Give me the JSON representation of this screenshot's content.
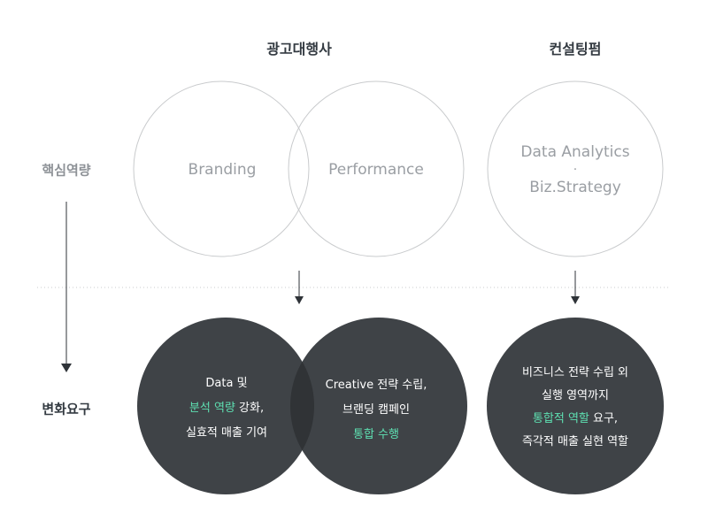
{
  "headers": {
    "agency": "광고대행사",
    "consulting": "컨설팅펌"
  },
  "row_labels": {
    "core": "핵심역량",
    "change": "변화요구"
  },
  "top_circles": {
    "branding": "Branding",
    "performance": "Performance",
    "consulting_line1": "Data Analytics",
    "consulting_separator": "·",
    "consulting_line2": "Biz.Strategy"
  },
  "bottom_circles": {
    "left": {
      "line1": "Data 및",
      "line2_highlight": "분석 역량",
      "line2_rest": " 강화,",
      "line3": "실효적 매출 기여"
    },
    "middle": {
      "line1": "Creative 전략 수립,",
      "line2": "브랜딩 캠페인",
      "line3_highlight": "통합 수행"
    },
    "right": {
      "line1": "비즈니스 전략 수립 외",
      "line2": "실행 영역까지",
      "line3_highlight": "통합적 역할",
      "line3_rest": " 요구,",
      "line4": "즉각적 매출 실현 역할"
    }
  },
  "colors": {
    "outline_circle": "#c9cbcd",
    "dark_circle": "#3f4347",
    "overlap": "#303336",
    "highlight": "#5ee0b2",
    "light_text": "#9a9ea3",
    "header_text": "#333a41"
  }
}
